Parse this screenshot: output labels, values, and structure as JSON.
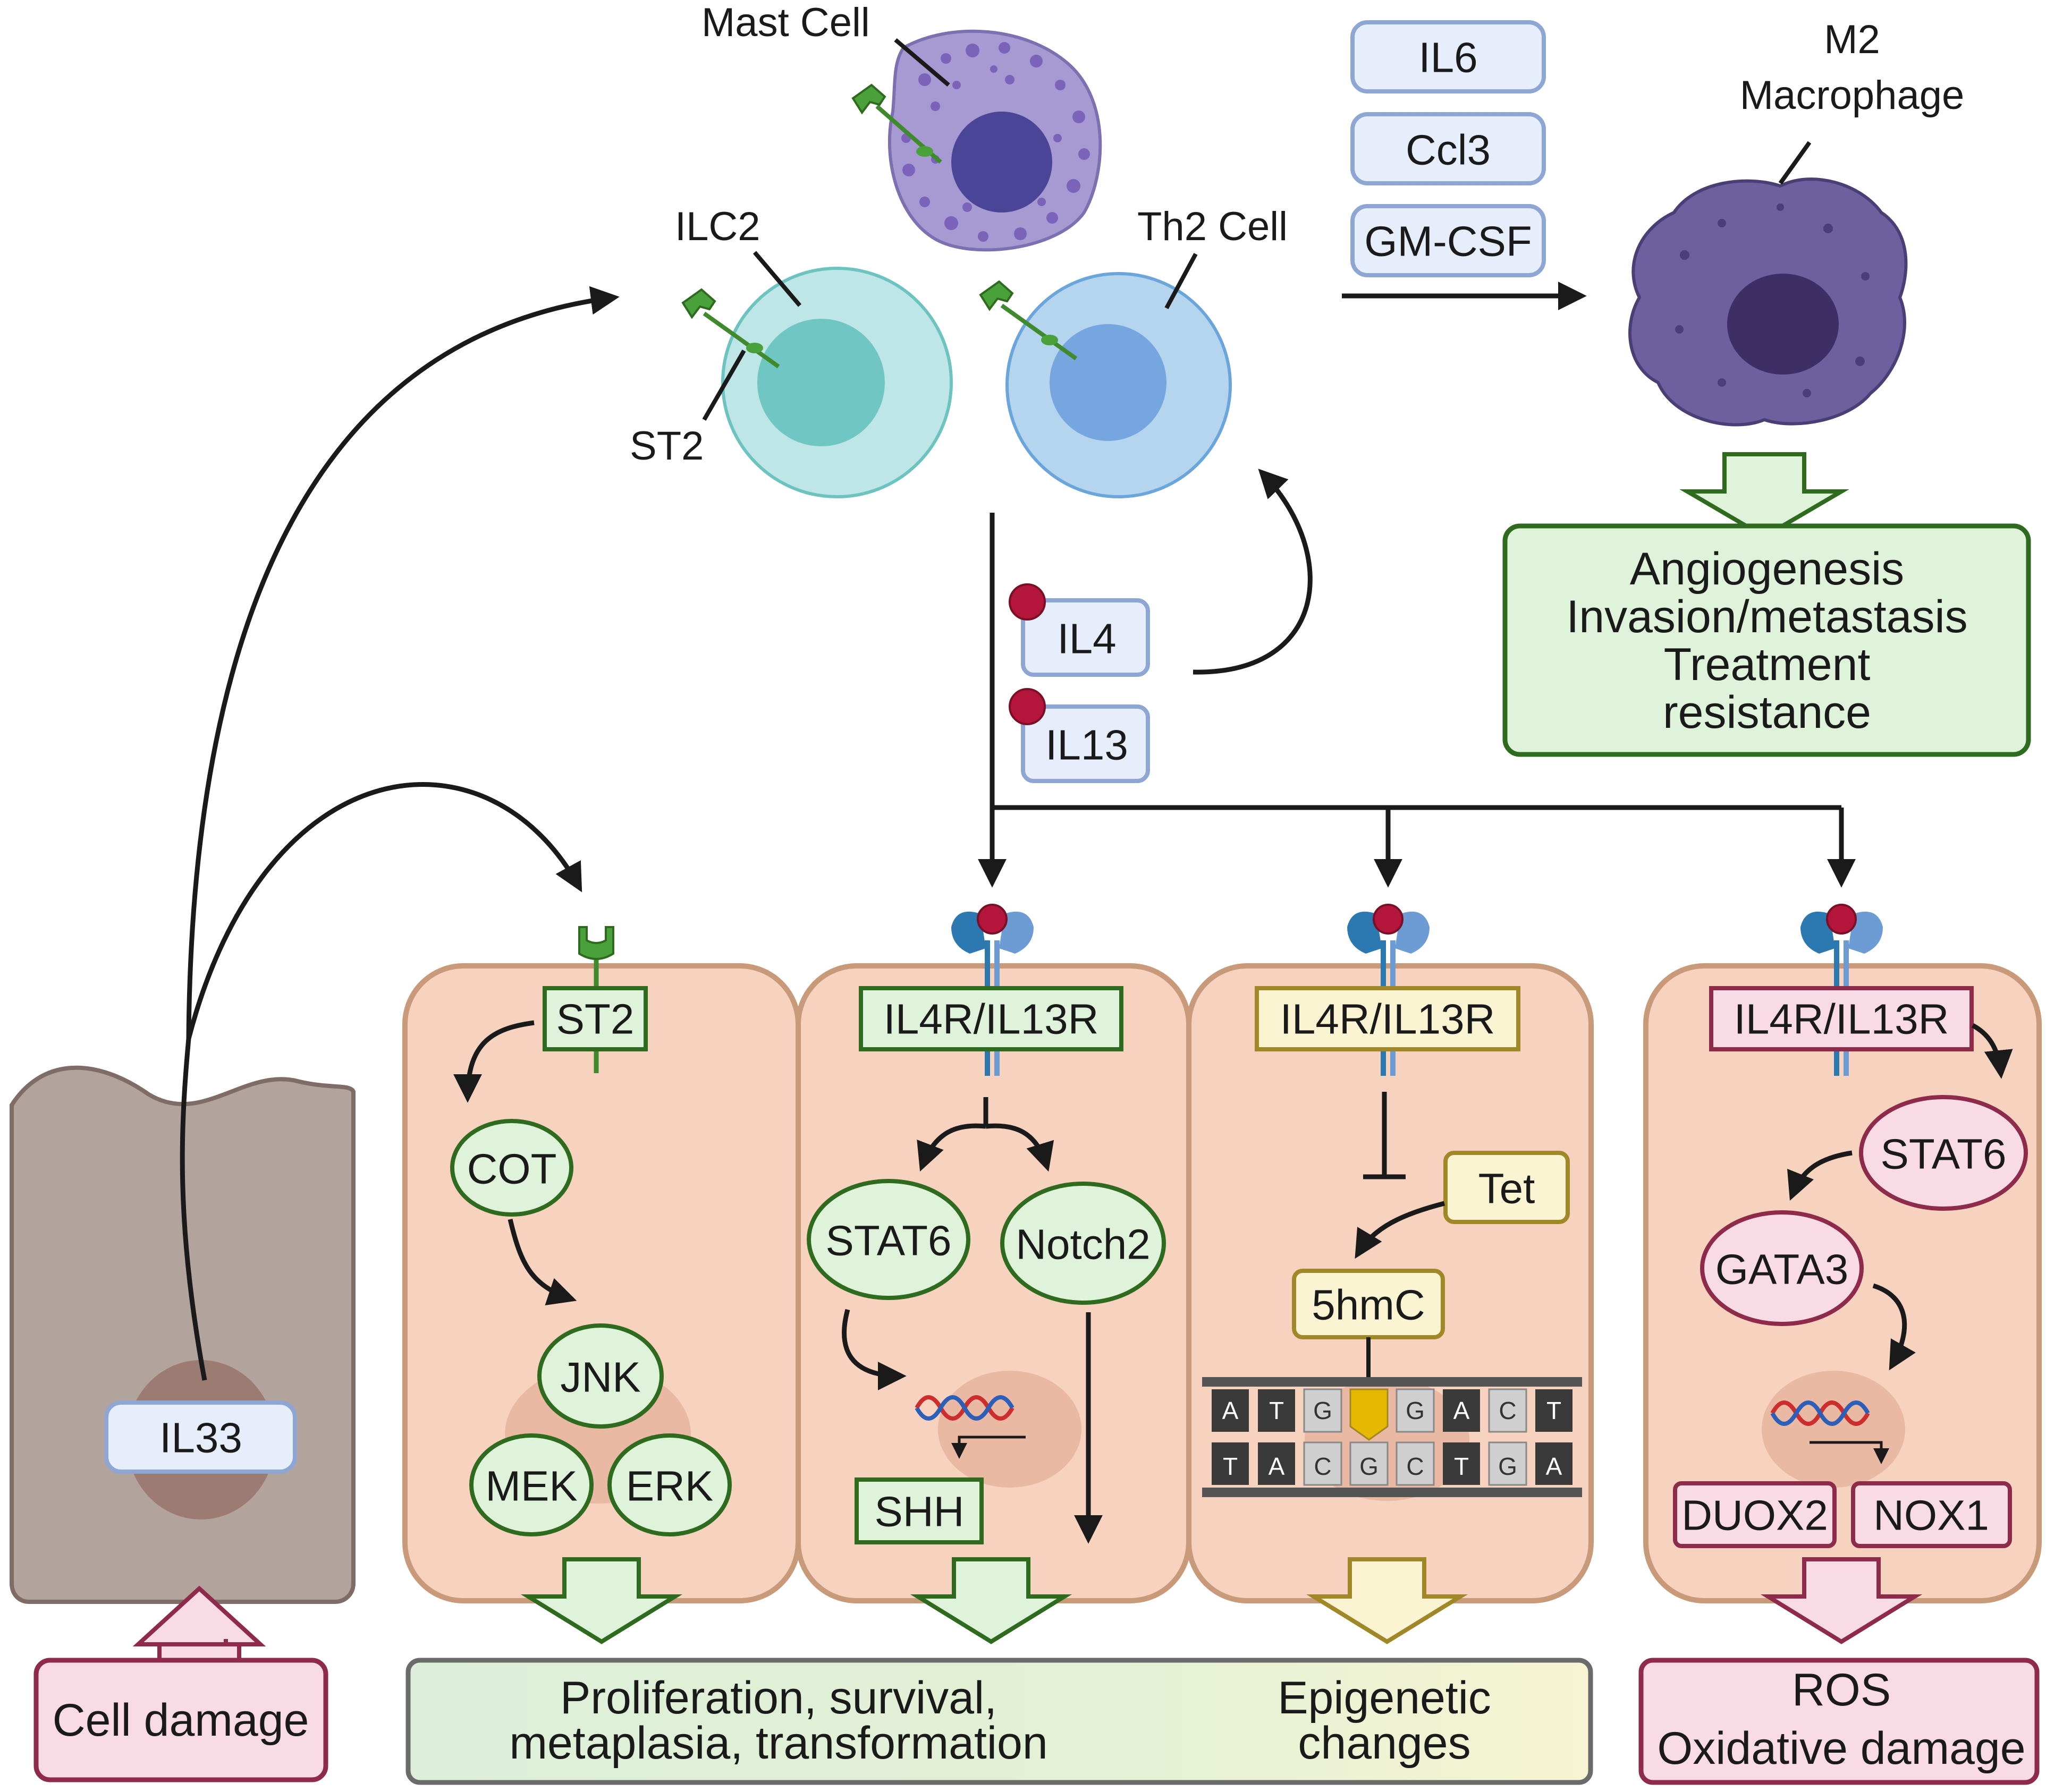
{
  "colors": {
    "cell_fill": "#f7d3bf",
    "cell_stroke": "#c99a7a",
    "epithelium_fill": "#b3a39d",
    "epithelium_stroke": "#7f6c66",
    "green_node_fill": "#dff3da",
    "green_node_stroke": "#2f6b1f",
    "pink_node_fill": "#f8dbe5",
    "pink_node_stroke": "#8e2a4a",
    "yellow_node_stroke": "#a08728",
    "blue_box_fill": "#e7eefb",
    "blue_box_stroke": "#8da6d4",
    "receptor_blue": "#2c78b0",
    "ligand_red": "#b3163a",
    "st2_green": "#4aa03a",
    "ilc2_fill": "#bfe6e6",
    "th2_fill": "#b5d4ee",
    "mast_fill": "#a79ad3",
    "macrophage_fill": "#6e5f9f"
  },
  "top": {
    "mast_cell_label": "Mast Cell",
    "ilc2_label": "ILC2",
    "th2_label": "Th2 Cell",
    "st2_label": "ST2",
    "cytokines": [
      "IL6",
      "Ccl3",
      "GM-CSF"
    ],
    "macrophage_label_1": "M2",
    "macrophage_label_2": "Macrophage",
    "outcome_lines": [
      "Angiogenesis",
      "Invasion/metastasis",
      "Treatment",
      "resistance"
    ],
    "il4_label": "IL4",
    "il13_label": "IL13"
  },
  "epithelium": {
    "il33_label": "IL33",
    "cell_damage_label": "Cell damage"
  },
  "panel1": {
    "receptor": "ST2",
    "cot": "COT",
    "jnk": "JNK",
    "mek": "MEK",
    "erk": "ERK"
  },
  "panel2": {
    "receptor": "IL4R/IL13R",
    "stat6": "STAT6",
    "notch2": "Notch2",
    "shh": "SHH"
  },
  "panel3": {
    "receptor": "IL4R/IL13R",
    "tet": "Tet",
    "hmc": "5hmC",
    "dna_top": [
      "A",
      "T",
      "G",
      "",
      "G",
      "A",
      "C",
      "T"
    ],
    "dna_bottom": [
      "T",
      "A",
      "C",
      "G",
      "C",
      "T",
      "G",
      "A"
    ]
  },
  "panel4": {
    "receptor": "IL4R/IL13R",
    "stat6": "STAT6",
    "gata3": "GATA3",
    "duox2": "DUOX2",
    "nox1": "NOX1"
  },
  "bottom": {
    "prolif_line_1": "Proliferation, survival,",
    "prolif_line_2": "metaplasia, transformation",
    "epi_line_1": "Epigenetic",
    "epi_line_2": "changes",
    "ros_line_1": "ROS",
    "ros_line_2": "Oxidative damage"
  }
}
